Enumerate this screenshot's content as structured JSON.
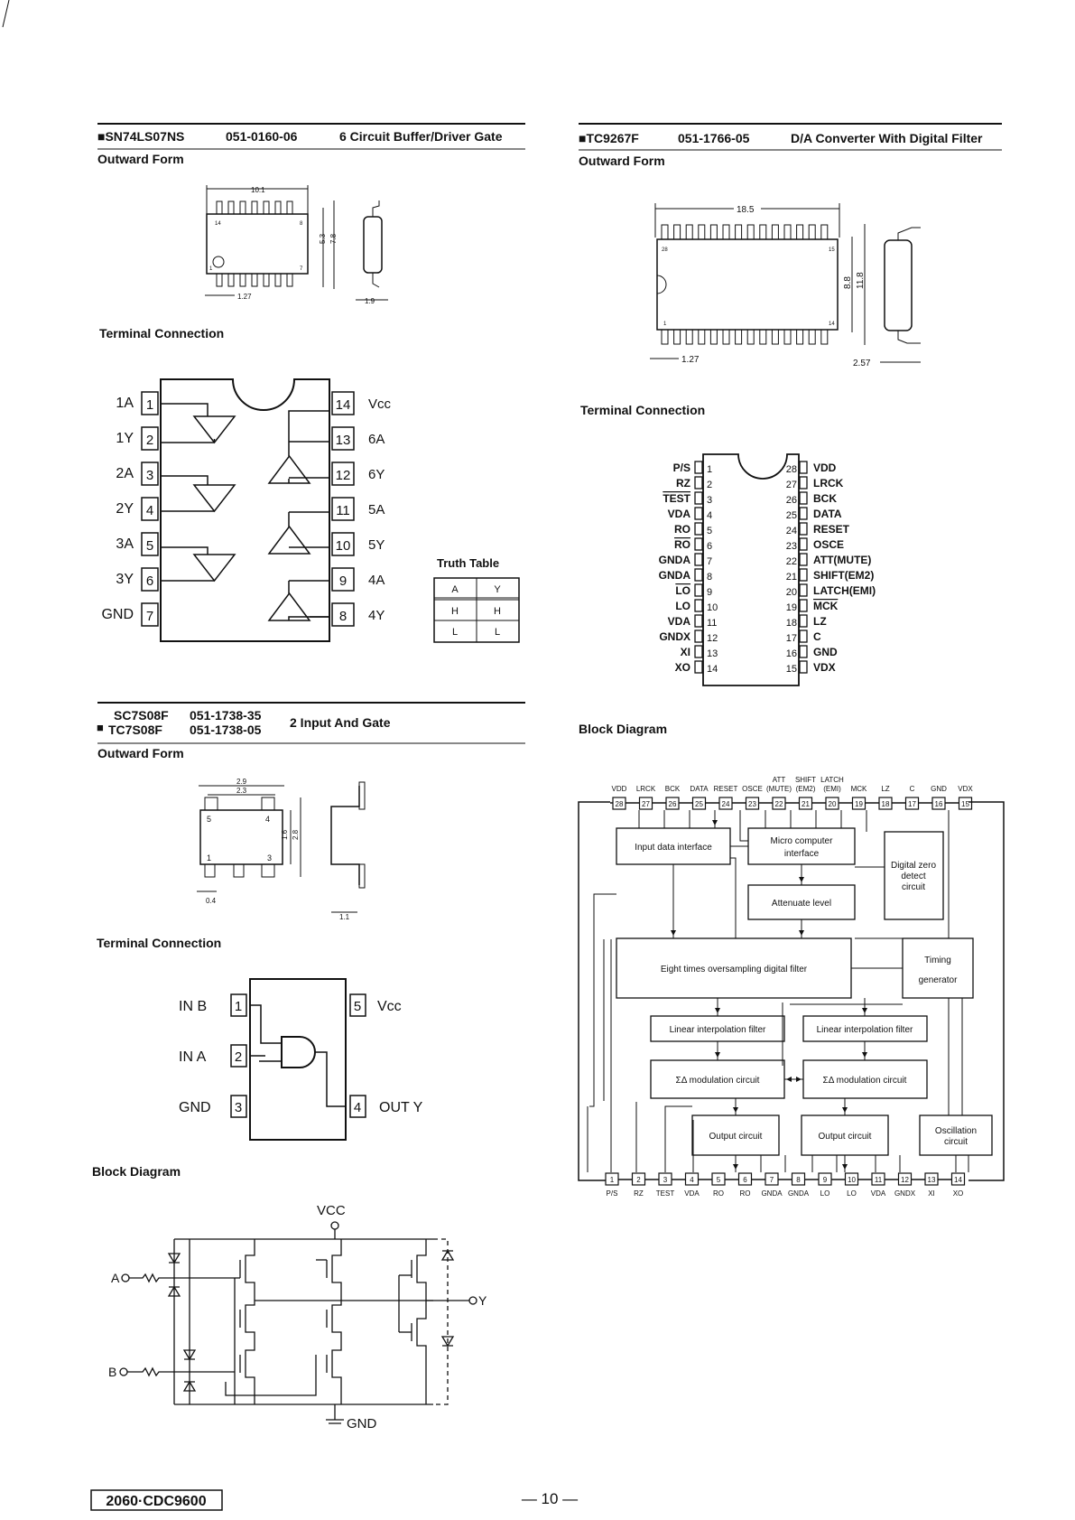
{
  "left_column": {
    "ic1": {
      "part": "■SN74LS07NS",
      "code": "051-0160-06",
      "description": "6 Circuit Buffer/Driver Gate",
      "outward_form_label": "Outward Form",
      "dims": [
        "10.1",
        "5.3",
        "7.8",
        "1.27",
        "1.9"
      ],
      "pin_marks": [
        "14",
        "8",
        "1",
        "7"
      ],
      "terminal_connection_label": "Terminal Connection",
      "left_pins": [
        {
          "name": "1A",
          "num": "1"
        },
        {
          "name": "1Y",
          "num": "2"
        },
        {
          "name": "2A",
          "num": "3"
        },
        {
          "name": "2Y",
          "num": "4"
        },
        {
          "name": "3A",
          "num": "5"
        },
        {
          "name": "3Y",
          "num": "6"
        },
        {
          "name": "GND",
          "num": "7"
        }
      ],
      "right_pins": [
        {
          "num": "14",
          "name": "Vcc"
        },
        {
          "num": "13",
          "name": "6A"
        },
        {
          "num": "12",
          "name": "6Y"
        },
        {
          "num": "11",
          "name": "5A"
        },
        {
          "num": "10",
          "name": "5Y"
        },
        {
          "num": "9",
          "name": "4A"
        },
        {
          "num": "8",
          "name": "4Y"
        }
      ],
      "truth_table": {
        "title": "Truth Table",
        "headers": [
          "A",
          "Y"
        ],
        "rows": [
          [
            "H",
            "H"
          ],
          [
            "L",
            "L"
          ]
        ]
      }
    },
    "ic3": {
      "part_line1": "SC7S08F",
      "code_line1": "051-1738-35",
      "part_line2": "TC7S08F",
      "code_line2": "051-1738-05",
      "bullet": "■",
      "description": "2 Input And Gate",
      "outward_form_label": "Outward Form",
      "dims": [
        "2.9",
        "2.3",
        "1.6",
        "2.8",
        "0.4",
        "1.1"
      ],
      "pin_marks": [
        "5",
        "4",
        "1",
        "3"
      ],
      "terminal_connection_label": "Terminal Connection",
      "pins": [
        {
          "name": "IN B",
          "num": "1"
        },
        {
          "name": "IN A",
          "num": "2"
        },
        {
          "name": "GND",
          "num": "3"
        },
        {
          "num": "5",
          "name": "Vcc"
        },
        {
          "num": "4",
          "name": "OUT Y"
        }
      ],
      "block_diagram_label": "Block Diagram",
      "bd_labels": {
        "vcc": "VCC",
        "a": "A",
        "b": "B",
        "y": "Y",
        "gnd": "GND"
      }
    }
  },
  "right_column": {
    "ic2": {
      "part": "■TC9267F",
      "code": "051-1766-05",
      "description": "D/A Converter With Digital Filter",
      "outward_form_label": "Outward Form",
      "dims": [
        "18.5",
        "8.8",
        "11.8",
        "1.27",
        "2.57"
      ],
      "pin_marks": [
        "28",
        "15",
        "1",
        "14"
      ],
      "terminal_connection_label": "Terminal Connection",
      "left_pins": [
        {
          "name": "P/S",
          "num": "1"
        },
        {
          "name": "RZ",
          "num": "2"
        },
        {
          "name": "TEST",
          "num": "3"
        },
        {
          "name": "VDA",
          "num": "4"
        },
        {
          "name": "RO",
          "num": "5"
        },
        {
          "name": "RO",
          "num": "6"
        },
        {
          "name": "GNDA",
          "num": "7"
        },
        {
          "name": "GNDA",
          "num": "8"
        },
        {
          "name": "LO",
          "num": "9"
        },
        {
          "name": "LO",
          "num": "10"
        },
        {
          "name": "VDA",
          "num": "11"
        },
        {
          "name": "GNDX",
          "num": "12"
        },
        {
          "name": "XI",
          "num": "13"
        },
        {
          "name": "XO",
          "num": "14"
        }
      ],
      "right_pins": [
        {
          "num": "28",
          "name": "VDD"
        },
        {
          "num": "27",
          "name": "LRCK"
        },
        {
          "num": "26",
          "name": "BCK"
        },
        {
          "num": "25",
          "name": "DATA"
        },
        {
          "num": "24",
          "name": "RESET"
        },
        {
          "num": "23",
          "name": "OSCE"
        },
        {
          "num": "22",
          "name": "ATT(MUTE)"
        },
        {
          "num": "21",
          "name": "SHIFT(EM2)"
        },
        {
          "num": "20",
          "name": "LATCH(EMI)"
        },
        {
          "num": "19",
          "name": "MCK"
        },
        {
          "num": "18",
          "name": "LZ"
        },
        {
          "num": "17",
          "name": "C"
        },
        {
          "num": "16",
          "name": "GND"
        },
        {
          "num": "15",
          "name": "VDX"
        }
      ],
      "block_diagram_label": "Block Diagram",
      "top_pins": [
        {
          "num": "28",
          "name": "VDD"
        },
        {
          "num": "27",
          "name": "LRCK"
        },
        {
          "num": "26",
          "name": "BCK"
        },
        {
          "num": "25",
          "name": "DATA"
        },
        {
          "num": "24",
          "name": "RESET"
        },
        {
          "num": "23",
          "name": "OSCE"
        },
        {
          "num": "22",
          "name": "(MUTE)"
        },
        {
          "num": "21",
          "name": "(EM2)"
        },
        {
          "num": "20",
          "name": "(EMI)"
        },
        {
          "num": "19",
          "name": "MCK"
        },
        {
          "num": "18",
          "name": "LZ"
        },
        {
          "num": "17",
          "name": "C"
        },
        {
          "num": "16",
          "name": "GND"
        },
        {
          "num": "15",
          "name": "VDX"
        }
      ],
      "top_pin_prefixes": {
        "22": "ATT",
        "21": "SHIFT",
        "20": "LATCH"
      },
      "bottom_pins": [
        {
          "num": "1",
          "name": "P/S"
        },
        {
          "num": "2",
          "name": "RZ"
        },
        {
          "num": "3",
          "name": "TEST"
        },
        {
          "num": "4",
          "name": "VDA"
        },
        {
          "num": "5",
          "name": "RO"
        },
        {
          "num": "6",
          "name": "RO"
        },
        {
          "num": "7",
          "name": "GNDA"
        },
        {
          "num": "8",
          "name": "GNDA"
        },
        {
          "num": "9",
          "name": "LO"
        },
        {
          "num": "10",
          "name": "LO"
        },
        {
          "num": "11",
          "name": "VDA"
        },
        {
          "num": "12",
          "name": "GNDX"
        },
        {
          "num": "13",
          "name": "XI"
        },
        {
          "num": "14",
          "name": "XO"
        }
      ],
      "blocks": {
        "input": "Input data interface",
        "micro1": "Micro computer",
        "micro2": "interface",
        "zero1": "Digital zero",
        "zero2": "detect",
        "zero3": "circuit",
        "atten": "Attenuate level",
        "filter": "Eight times oversampling digital filter",
        "timing1": "Timing",
        "timing2": "generator",
        "lin_left": "Linear interpolation filter",
        "lin_right": "Linear interpolation filter",
        "sd_left": "ΣΔ modulation circuit",
        "sd_right": "ΣΔ modulation circuit",
        "out_left": "Output circuit",
        "out_right": "Output circuit",
        "osc1": "Oscillation",
        "osc2": "circuit"
      }
    }
  },
  "footer": {
    "doc_id": "2060·CDC9600",
    "page": "— 10 —"
  }
}
